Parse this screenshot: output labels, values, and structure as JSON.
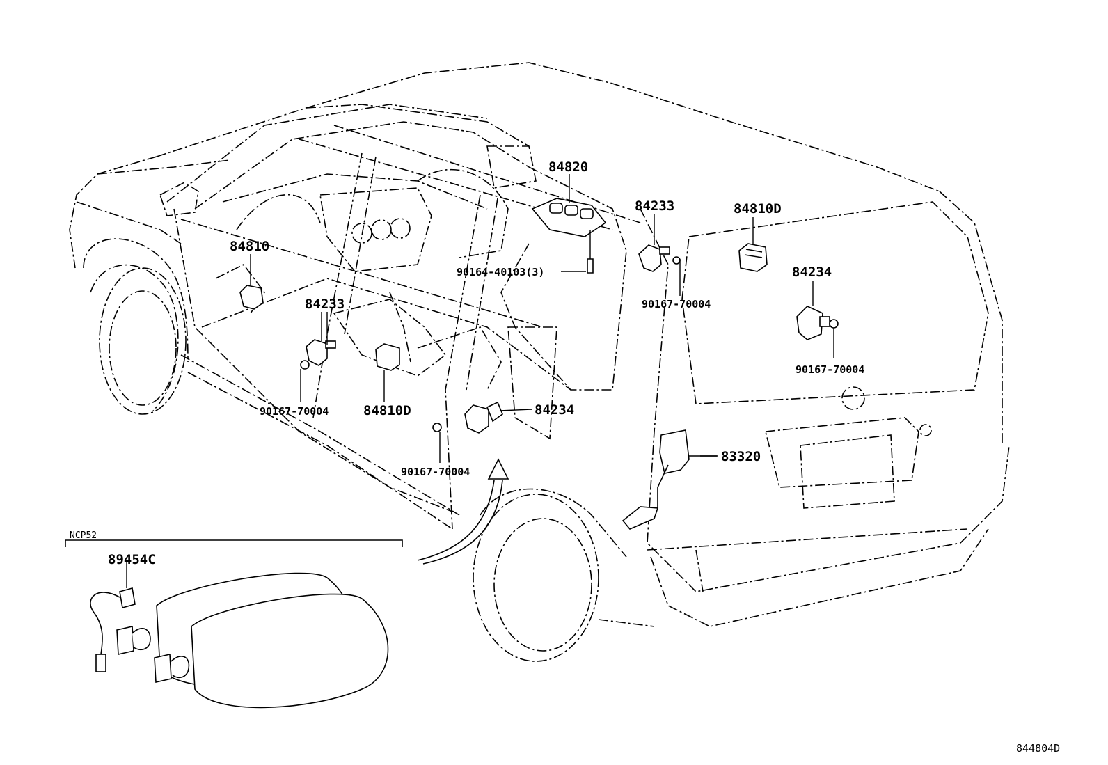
{
  "labels": {
    "p84820": "84820",
    "p84233_rear": "84233",
    "p84810D_rear": "84810D",
    "p84810": "84810",
    "p84234_rear": "84234",
    "p90164": "90164-40103(3)",
    "p90167_a": "90167-70004",
    "p84233_front": "84233",
    "p90167_b": "90167-70004",
    "p84810D_front": "84810D",
    "p84234_front": "84234",
    "p90167_c": "90167-70004",
    "p90167_d": "90167-70004",
    "p83320": "83320",
    "ncp52": "NCP52",
    "p89454C": "89454C",
    "diagram_code": "844804D"
  }
}
